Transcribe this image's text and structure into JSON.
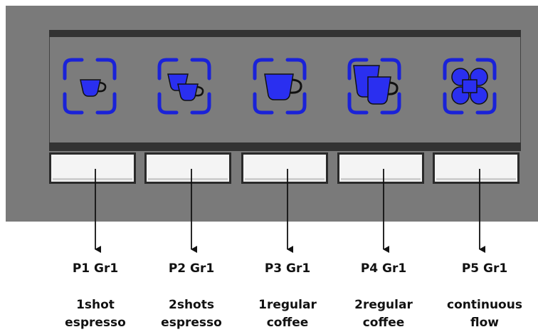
{
  "buttons": [
    {
      "program": "P1 Gr1",
      "line1": "1shot",
      "line2": "espresso",
      "icon": "single-cup-icon"
    },
    {
      "program": "P2 Gr1",
      "line1": "2shots",
      "line2": "espresso",
      "icon": "two-cups-icon"
    },
    {
      "program": "P3 Gr1",
      "line1": "1regular",
      "line2": "coffee",
      "icon": "large-cup-icon"
    },
    {
      "program": "P4 Gr1",
      "line1": "2regular",
      "line2": "coffee",
      "icon": "two-large-cups-icon"
    },
    {
      "program": "P5 Gr1",
      "line1": "continuous",
      "line2": "flow",
      "icon": "continuous-flow-icon"
    }
  ],
  "colors": {
    "icon_fill": "#2a2ff0",
    "icon_frame": "#1a22d8",
    "panel": "#7a7a7a",
    "button_face": "#f4f4f4"
  }
}
